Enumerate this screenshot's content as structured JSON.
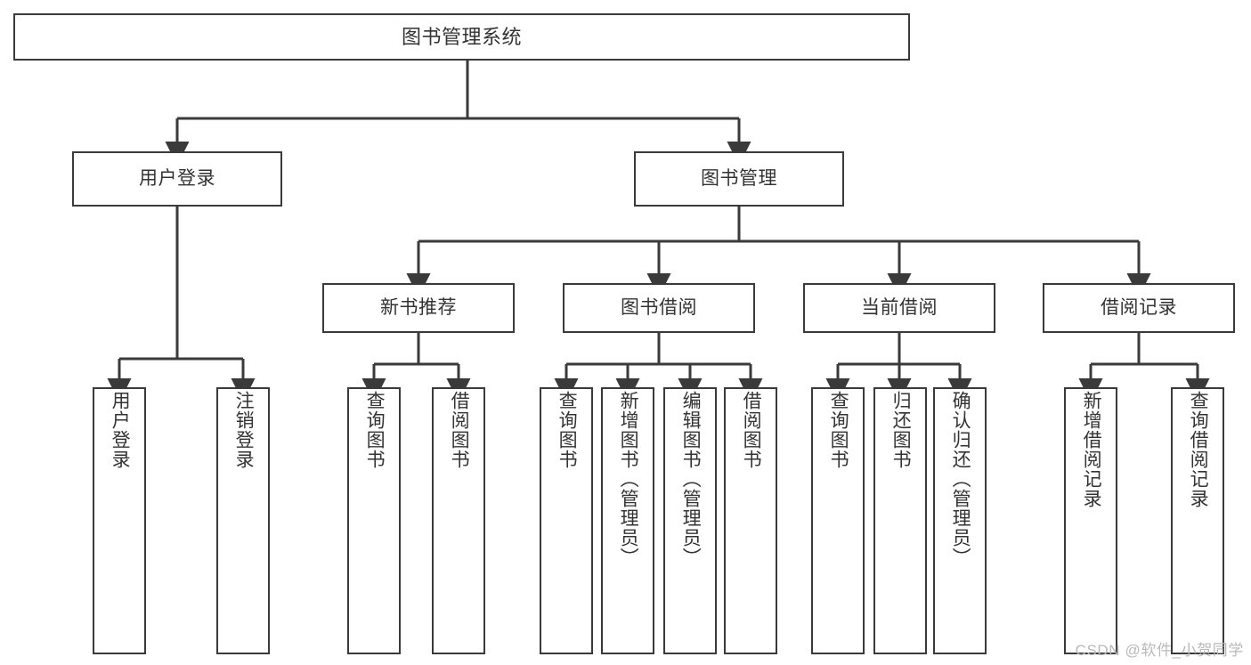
{
  "diagram": {
    "title_text": "图书管理系统",
    "watermark": "CSDN @软件_小贺同学",
    "colors": {
      "border": "#3a3a3a",
      "text": "#333333",
      "background": "#ffffff",
      "connector": "#3a3a3a",
      "watermark": "#b9b9b9"
    },
    "nodes": {
      "root": {
        "label": "图书管理系统"
      },
      "level2": [
        {
          "label": "用户登录"
        },
        {
          "label": "图书管理"
        }
      ],
      "level3": [
        {
          "label": "新书推荐"
        },
        {
          "label": "图书借阅"
        },
        {
          "label": "当前借阅"
        },
        {
          "label": "借阅记录"
        }
      ],
      "leaves": {
        "user_login": [
          {
            "label": "用户登录"
          },
          {
            "label": "注销登录"
          }
        ],
        "new_book_recommend": [
          {
            "label": "查询图书"
          },
          {
            "label": "借阅图书"
          }
        ],
        "book_borrow": [
          {
            "label": "查询图书"
          },
          {
            "label": "新增图书（管理员）"
          },
          {
            "label": "编辑图书（管理员）"
          },
          {
            "label": "借阅图书"
          }
        ],
        "current_borrow": [
          {
            "label": "查询图书"
          },
          {
            "label": "归还图书"
          },
          {
            "label": "确认归还（管理员）"
          }
        ],
        "borrow_record": [
          {
            "label": "新增借阅记录"
          },
          {
            "label": "查询借阅记录"
          }
        ]
      }
    }
  }
}
